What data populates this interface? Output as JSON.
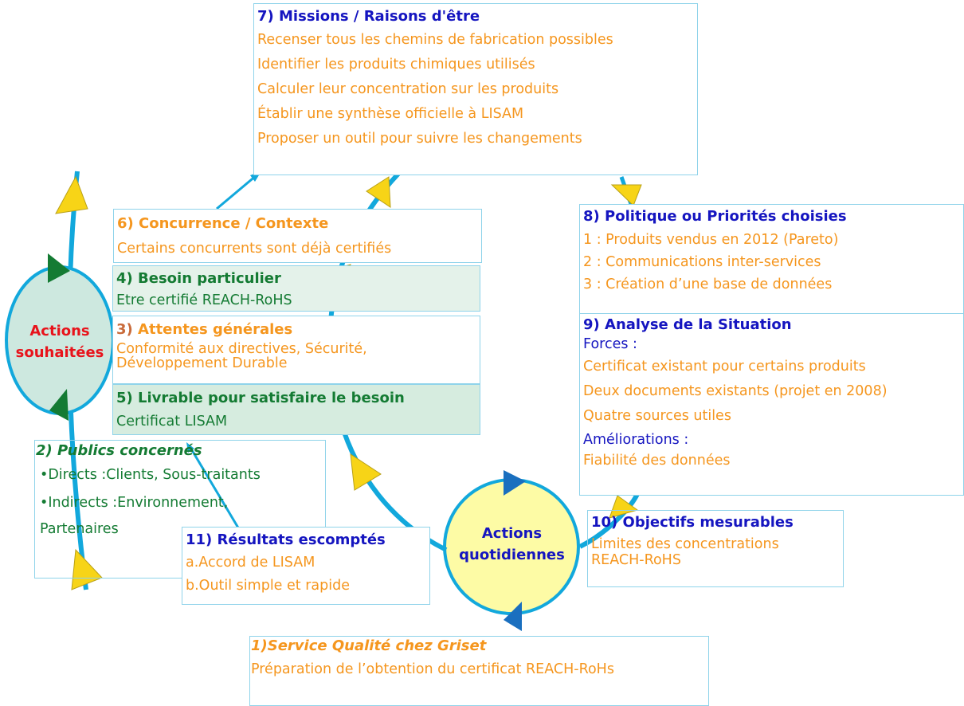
{
  "box7": {
    "title": "7) Missions / Raisons d'être",
    "lines": [
      "Recenser tous les chemins de fabrication possibles",
      "Identifier les produits chimiques utilisés",
      "Calculer leur concentration sur les produits",
      "Établir une synthèse officielle à LISAM",
      "Proposer un outil pour suivre les changements"
    ]
  },
  "box6": {
    "title": "6) Concurrence / Contexte",
    "lines": [
      "Certains concurrents sont déjà certifiés"
    ]
  },
  "box4": {
    "title": "4) Besoin particulier",
    "lines": [
      "Etre certifié REACH-RoHS"
    ]
  },
  "box3": {
    "title_num": "3)",
    "title_text": " Attentes générales",
    "lines": [
      " Conformité aux directives, Sécurité,",
      "Développement Durable"
    ]
  },
  "box5": {
    "title": "5) Livrable pour satisfaire le besoin",
    "lines": [
      " Certificat LISAM"
    ]
  },
  "box2": {
    "title": "2) Publics concernés",
    "lines": [
      "•Directs :Clients, Sous-traitants",
      "•Indirects :Environnement,",
      "Partenaires"
    ]
  },
  "box11": {
    "title": "11) Résultats escomptés",
    "lines": [
      "a.Accord de LISAM",
      "b.Outil simple et rapide"
    ]
  },
  "box8": {
    "title": "8) Politique ou Priorités choisies",
    "lines": [
      "1 : Produits vendus en 2012 (Pareto)",
      "2 : Communications inter-services",
      "3 : Création d’une base de données"
    ]
  },
  "box9": {
    "title": "9) Analyse de la Situation",
    "forces_label": "Forces :",
    "forces": [
      "Certificat existant pour certains produits",
      "Deux documents existants (projet en 2008)",
      "Quatre sources utiles"
    ],
    "ameliorations_label": "Améliorations :",
    "ameliorations": [
      "Fiabilité des données"
    ]
  },
  "box10": {
    "title": "10) Objectifs mesurables",
    "lines": [
      "Limites des concentrations",
      "REACH-RoHS"
    ]
  },
  "box1": {
    "title": "1)Service Qualité chez Griset",
    "lines": [
      "Préparation de l’obtention du certificat REACH-RoHs"
    ]
  },
  "circle_left": {
    "lines": [
      "Actions",
      "souhaitées"
    ]
  },
  "circle_right": {
    "lines": [
      "Actions",
      "quotidiennes"
    ]
  },
  "colors": {
    "orange": "#f5961e",
    "blue": "#1515c0",
    "green": "#147b33",
    "red": "#e8131b",
    "arrow_cyan": "#12a8dc",
    "triangle_yellow": "#f7d417",
    "left_circle_fill": "#cde8df",
    "right_circle_fill": "#fdfba5"
  }
}
